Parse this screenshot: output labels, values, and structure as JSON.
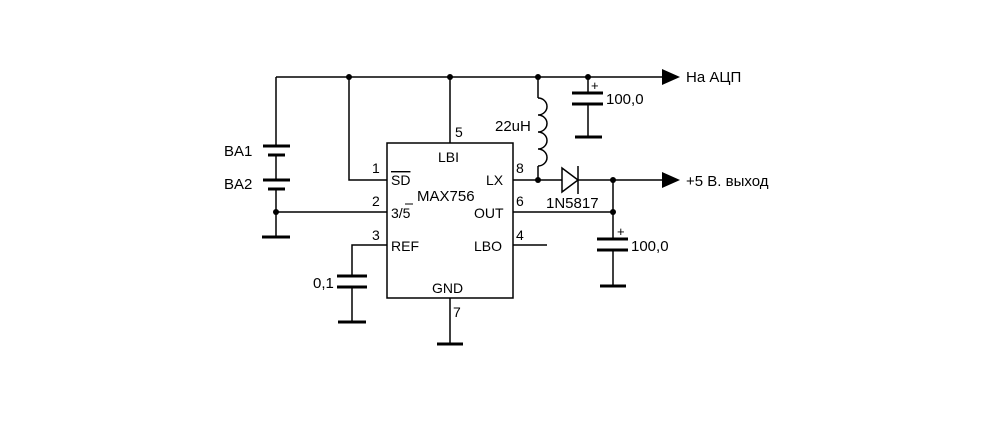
{
  "chip": {
    "name": "MAX756",
    "pins": {
      "sd": {
        "num": "1",
        "label": "SD"
      },
      "sel": {
        "num": "2",
        "label": "3/5"
      },
      "ref": {
        "num": "3",
        "label": "REF"
      },
      "lbo": {
        "num": "4",
        "label": "LBO"
      },
      "lbi": {
        "num": "5",
        "label": "LBI"
      },
      "out": {
        "num": "6",
        "label": "OUT"
      },
      "gnd": {
        "num": "7",
        "label": "GND"
      },
      "lx": {
        "num": "8",
        "label": "LX"
      }
    }
  },
  "components": {
    "battery1": "BA1",
    "battery2": "BA2",
    "inductor": "22uH",
    "diode": "1N5817",
    "cap_top": "100,0",
    "cap_out": "100,0",
    "cap_ref": "0,1",
    "polarity": "+"
  },
  "outputs": {
    "adc": "На АЦП",
    "vout": "+5 В. выход"
  }
}
